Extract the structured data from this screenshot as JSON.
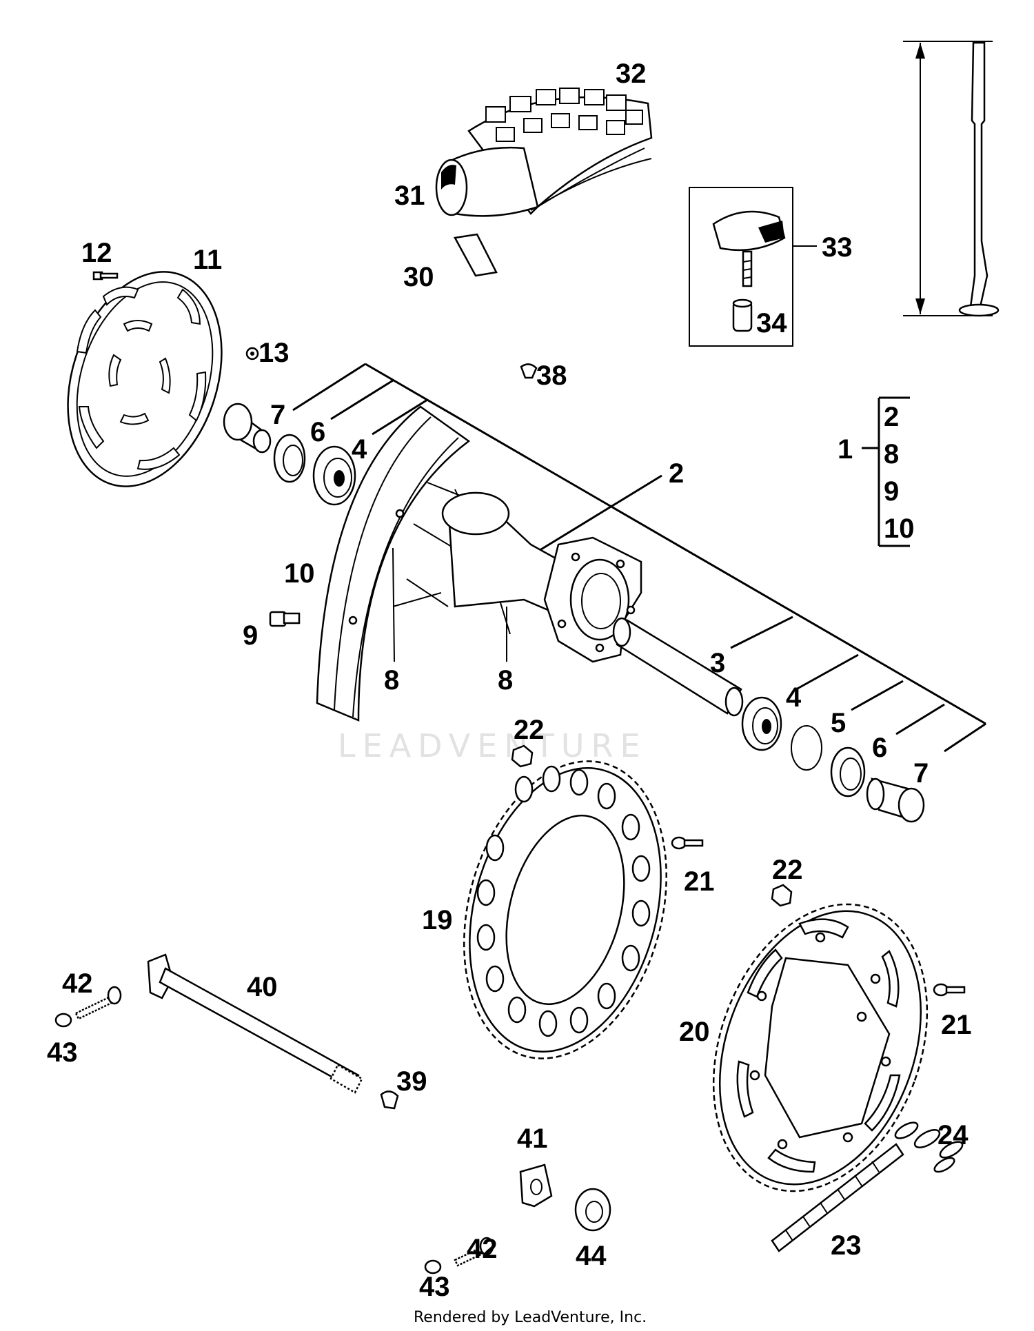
{
  "watermark": "LEADVENTURE",
  "footer": "Rendered by LeadVenture, Inc.",
  "callouts": {
    "c1": "1",
    "c2a": "2",
    "c2b": "2",
    "c3": "3",
    "c4a": "4",
    "c4b": "4",
    "c5": "5",
    "c6a": "6",
    "c6b": "6",
    "c7a": "7",
    "c7b": "7",
    "c8a": "8",
    "c8b": "8",
    "c8c": "8",
    "c9a": "9",
    "c9b": "9",
    "c10a": "10",
    "c10b": "10",
    "c11": "11",
    "c12": "12",
    "c13": "13",
    "c19": "19",
    "c20": "20",
    "c21a": "21",
    "c21b": "21",
    "c22a": "22",
    "c22b": "22",
    "c23": "23",
    "c24": "24",
    "c30": "30",
    "c31": "31",
    "c32": "32",
    "c33": "33",
    "c34": "34",
    "c38": "38",
    "c39": "39",
    "c40": "40",
    "c41": "41",
    "c42a": "42",
    "c42b": "42",
    "c43a": "43",
    "c43b": "43",
    "c44": "44"
  }
}
